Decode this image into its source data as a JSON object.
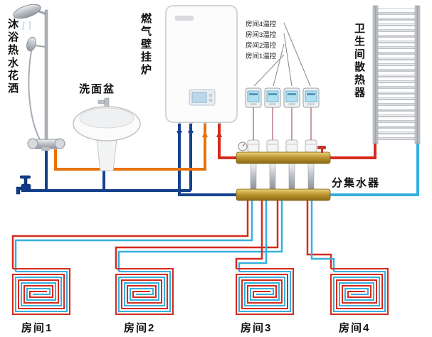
{
  "labels": {
    "shower": "沐浴热水花洒",
    "basin": "洗面盆",
    "boiler": "燃气壁挂炉",
    "radiator": "卫生间散热器",
    "manifold": "分集水器"
  },
  "thermostat_labels": [
    {
      "label": "房间4温控"
    },
    {
      "label": "房间3温控"
    },
    {
      "label": "房间2温控"
    },
    {
      "label": "房间1温控"
    }
  ],
  "room_labels": [
    {
      "label": "房间1"
    },
    {
      "label": "房间2"
    },
    {
      "label": "房间3"
    },
    {
      "label": "房间4"
    }
  ],
  "colors": {
    "domestic_hot_water": "#e8720c",
    "domestic_cold_water": "#16418e",
    "heating_supply": "#d42b1e",
    "heating_return": "#35b0dc",
    "brass_manifold": "#c9a227"
  }
}
